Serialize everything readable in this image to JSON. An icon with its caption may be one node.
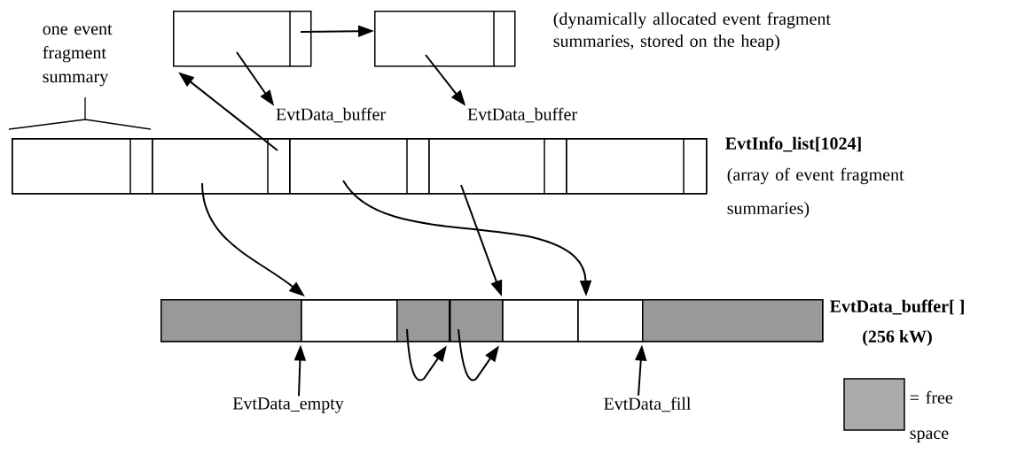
{
  "diagram": {
    "nodes": [
      {
        "text": [],
        "shape": "box"
      },
      {
        "text": [],
        "shape": "box"
      },
      {
        "text": [
          "EvtData_buffer"
        ]
      },
      {
        "text": [
          "EvtData_buffer"
        ]
      },
      {
        "text": [
          "EvtInfo_list[1024]",
          "(array of event fragment summaries)"
        ]
      },
      {
        "text": [],
        "shape": "box",
        "in": 4
      },
      {
        "text": [],
        "shape": "box",
        "in": 4
      },
      {
        "text": [],
        "shape": "box",
        "in": 4
      },
      {
        "text": [],
        "shape": "box",
        "in": 4
      },
      {
        "text": [],
        "shape": "box",
        "in": 4
      },
      {
        "text": [
          "EvtData_buffer[ ]",
          "(256 kW)"
        ]
      },
      {
        "text": [],
        "shape": "box",
        "in": 10
      },
      {
        "text": [],
        "shape": "box",
        "in": 10
      },
      {
        "text": [],
        "shape": "box",
        "in": 10
      },
      {
        "text": [],
        "shape": "box",
        "in": 10
      },
      {
        "text": [],
        "shape": "box",
        "in": 10
      },
      {
        "text": [],
        "shape": "box",
        "in": 10
      },
      {
        "text": [],
        "shape": "box",
        "in": 10
      },
      {
        "text": [
          "EvtData_empty"
        ]
      },
      {
        "text": [
          "EvtData_fill"
        ]
      }
    ],
    "edges": [
      {
        "from": 0,
        "to": 1,
        "arrow": "to"
      },
      {
        "from": 0,
        "to": 2,
        "arrow": "to"
      },
      {
        "from": 1,
        "to": 3,
        "arrow": "to"
      },
      {
        "from": 6,
        "to": 0,
        "arrow": "to"
      },
      {
        "from": 6,
        "to": 12,
        "arrow": "to"
      },
      {
        "from": 7,
        "to": 16,
        "arrow": "to"
      },
      {
        "from": 8,
        "to": 15,
        "arrow": "to"
      },
      {
        "from": 13,
        "to": 14,
        "arrow": "to"
      },
      {
        "from": 14,
        "to": 15,
        "arrow": "to"
      },
      {
        "from": 18,
        "to": 12,
        "arrow": "to"
      },
      {
        "from": 19,
        "to": 17,
        "arrow": "to"
      }
    ],
    "labels": [
      "(dynamically allocated event fragment summaries, stored on the heap)",
      "one event fragment summary"
    ],
    "legend": [
      {
        "text": "= free space",
        "color": "#aaaaaa"
      }
    ]
  }
}
